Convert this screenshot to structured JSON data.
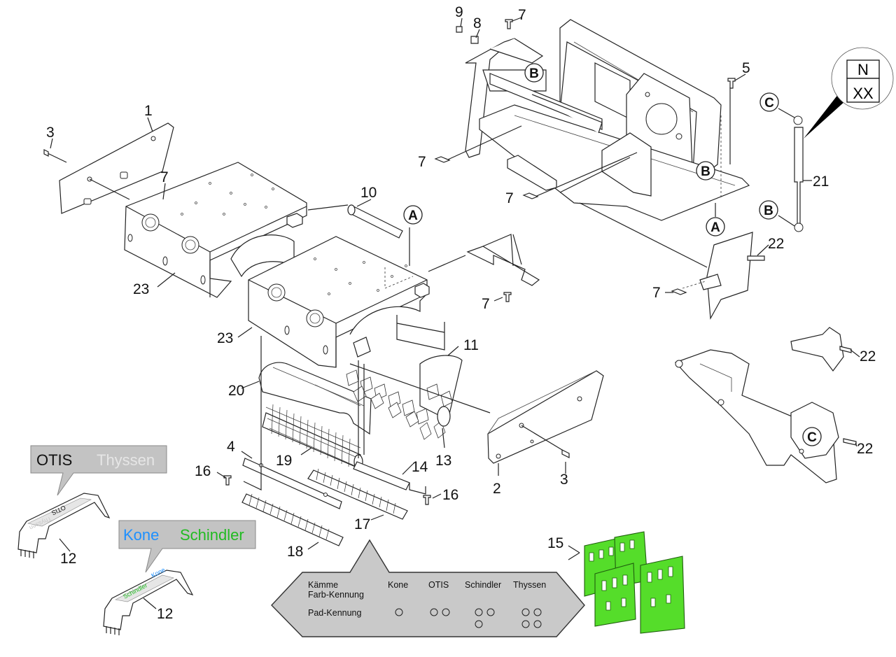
{
  "parts": {
    "p1": "1",
    "p2": "2",
    "p3a": "3",
    "p3b": "3",
    "p4": "4",
    "p5": "5",
    "p7a": "7",
    "p7b": "7",
    "p7c": "7",
    "p7d": "7",
    "p7e": "7",
    "p7f": "7",
    "p8": "8",
    "p9": "9",
    "p10": "10",
    "p11": "11",
    "p12a": "12",
    "p12b": "12",
    "p13": "13",
    "p14": "14",
    "p15": "15",
    "p16a": "16",
    "p16b": "16",
    "p17": "17",
    "p18": "18",
    "p19": "19",
    "p20": "20",
    "p21": "21",
    "p22a": "22",
    "p22b": "22",
    "p22c": "22",
    "p23a": "23",
    "p23b": "23"
  },
  "refs": {
    "a1": "A",
    "a2": "A",
    "b1": "B",
    "b2": "B",
    "b3": "B",
    "c1": "C",
    "c2": "C"
  },
  "badge": {
    "top": "N",
    "bottom": "XX"
  },
  "callout_top": {
    "left": "OTIS",
    "right": "Thyssen"
  },
  "callout_bottom": {
    "left": "Kone",
    "right": "Schindler"
  },
  "comb_labels": {
    "top_comb_main": "OTIS",
    "top_comb_faint": "Thyssen",
    "bottom_comb_main": "Kone",
    "bottom_comb_second": "Schindler"
  },
  "legend": {
    "title_line1": "Kämme",
    "title_line2": "Farb-Kennung",
    "kone": "Kone",
    "otis": "OTIS",
    "schindler": "Schindler",
    "thyssen": "Thyssen",
    "pad_label": "Pad-Kennung",
    "pad_dots": {
      "kone": 1,
      "otis": 2,
      "schindler": 3,
      "thyssen": 4
    }
  },
  "colors": {
    "kone": "#1e90ff",
    "schindler": "#22bb22",
    "thyssen": "#c8c8c8",
    "otis": "#111111",
    "pad_green": "#55dd2a",
    "legend_bg": "#c9c9c9"
  }
}
